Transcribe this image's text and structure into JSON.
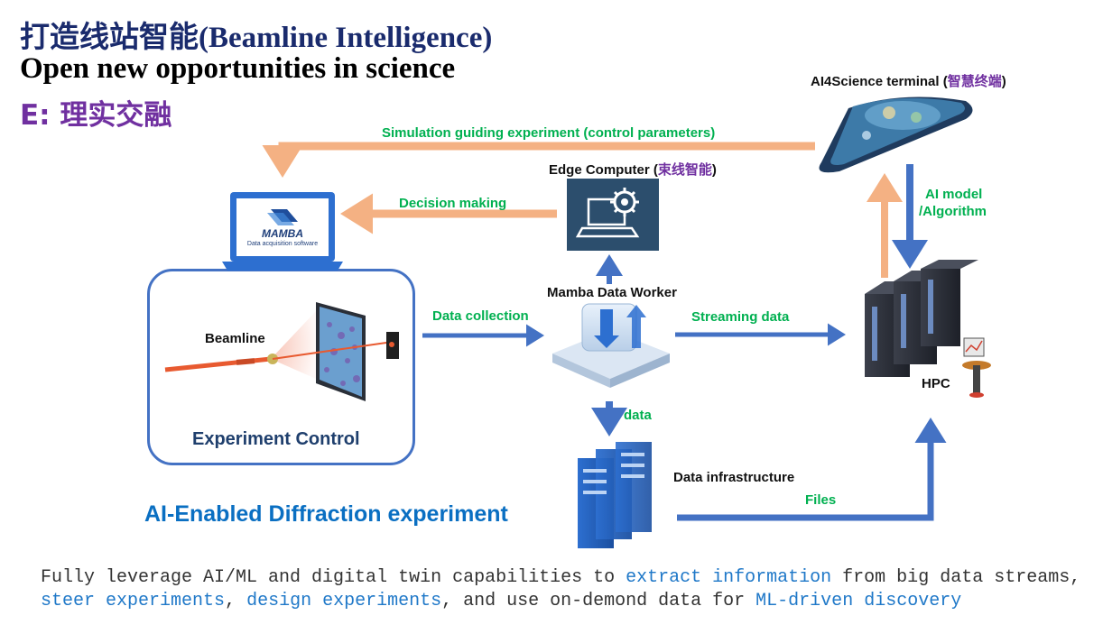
{
  "header": {
    "title_cn": "打造线站智能",
    "title_en": "(Beamline Intelligence)",
    "subtitle": "Open new opportunities in science",
    "section": "E: 理实交融"
  },
  "nodes": {
    "ai4science": {
      "label": "AI4Science terminal (",
      "label_cn": "智慧终端",
      "label_end": ")"
    },
    "edge": {
      "label": "Edge Computer (",
      "label_cn": "束线智能",
      "label_end": ")"
    },
    "mamba_logo": {
      "name": "MAMBA",
      "tagline": "Data acquisition software"
    },
    "worker": {
      "label": "Mamba Data Worker"
    },
    "beamline": {
      "label": "Beamline"
    },
    "experiment": {
      "label": "Experiment Control"
    },
    "hpc": {
      "label": "HPC"
    },
    "infra": {
      "label": "Data infrastructure"
    }
  },
  "edges": {
    "simulation": "Simulation guiding experiment (control parameters)",
    "decision": "Decision making",
    "collection": "Data collection",
    "streaming": "Streaming data",
    "data": "data",
    "files": "Files",
    "model_line1": "AI model",
    "model_line2": "/Algorithm"
  },
  "caption": "AI-Enabled Diffraction experiment",
  "footer": {
    "p1": "Fully leverage ",
    "p2": "AI/ML and digital twin",
    "p3": " capabilities to ",
    "p4": "extract information",
    "p5": " from big data streams,",
    "p6": "steer experiments",
    "p7": ", ",
    "p8": "design experiments",
    "p9": ", and use on-demond data for ",
    "p10": "ML-driven discovery"
  },
  "colors": {
    "flow_blue": "#4472c4",
    "feedback_orange": "#f4b183",
    "label_green": "#00b050",
    "accent_purple": "#7030a0"
  }
}
